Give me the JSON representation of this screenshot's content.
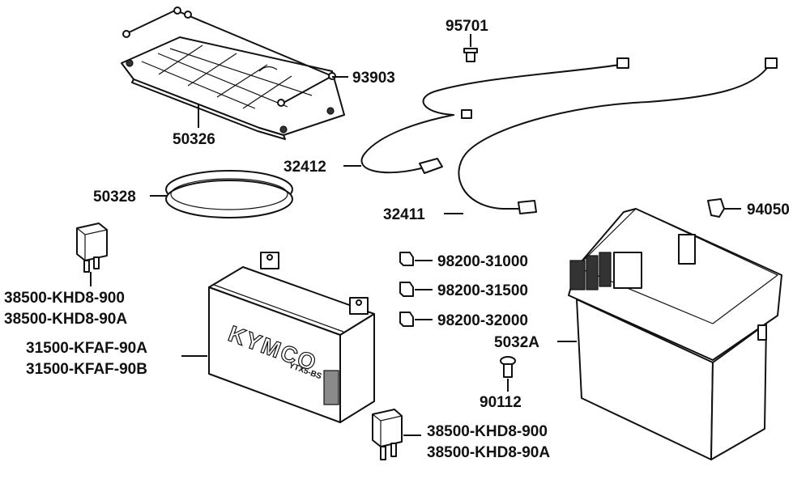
{
  "labels": {
    "p95701": "95701",
    "p93903": "93903",
    "p50326": "50326",
    "p32412": "32412",
    "p50328": "50328",
    "p32411": "32411",
    "p94050": "94050",
    "p98200_31000": "98200-31000",
    "p98200_31500": "98200-31500",
    "p98200_32000": "98200-32000",
    "p5032A": "5032A",
    "p90112": "90112",
    "relay_top_1": "38500-KHD8-900",
    "relay_top_2": "38500-KHD8-90A",
    "battery_1": "31500-KFAF-90A",
    "battery_2": "31500-KFAF-90B",
    "relay_bottom_1": "38500-KHD8-900",
    "relay_bottom_2": "38500-KHD8-90A"
  },
  "battery_print": {
    "brand": "KYMCO",
    "model": "YTX5-BS"
  }
}
